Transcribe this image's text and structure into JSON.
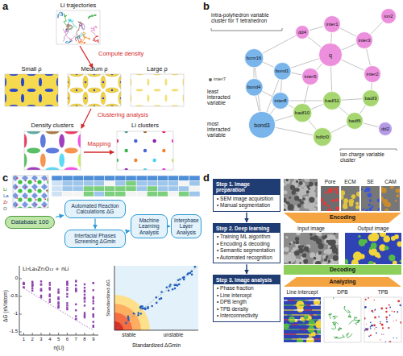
{
  "diagram": {
    "nodes": [
      {
        "text": [
          "bond3"
        ]
      },
      {
        "text": [
          "bond4"
        ]
      },
      {
        "text": [
          "inter8"
        ]
      },
      {
        "text": [
          "bcnr16"
        ]
      },
      {
        "text": [
          "bond1"
        ]
      },
      {
        "text": [
          "q"
        ]
      },
      {
        "text": [
          "inter3"
        ]
      },
      {
        "text": [
          "inter2"
        ]
      },
      {
        "text": [
          "inter1"
        ]
      },
      {
        "text": [
          "dd4"
        ]
      },
      {
        "text": [
          "inter5"
        ]
      },
      {
        "text": [
          "ion2"
        ]
      },
      {
        "text": [
          "badf10"
        ]
      },
      {
        "text": [
          "badf11"
        ]
      },
      {
        "text": [
          "badf6"
        ]
      },
      {
        "text": [
          "bdfcl0"
        ]
      },
      {
        "text": [
          "badf3"
        ]
      },
      {
        "text": [
          "dd2"
        ]
      },
      {
        "text": [
          "Database 100"
        ]
      },
      {
        "text": [
          "Automated Reaction Calculations ΔG"
        ]
      },
      {
        "text": [
          "Interfacial Phases Screening ΔGmin"
        ]
      },
      {
        "text": [
          "Machine Learning Analysis"
        ]
      },
      {
        "text": [
          "Interphase Layer Analysis"
        ]
      },
      {
        "text": [
          "Step 1. Image preparation",
          "• SEM image acquisition",
          "• Manual segmentation"
        ]
      },
      {
        "text": [
          "Step 2. Deep learning",
          "• Training ML algorithm",
          "• Encoding & decoding",
          "• Semantic segmentation",
          "• Automated recognition"
        ]
      },
      {
        "text": [
          "Step 3. Image analysis",
          "• Phase fraction",
          "• Line intercept",
          "• DPB length",
          "• TPB density",
          "• Interconnectivity"
        ]
      }
    ],
    "edges": [
      {
        "from": 0,
        "to": 1,
        "arrow": "none"
      },
      {
        "from": 0,
        "to": 2,
        "arrow": "none"
      },
      {
        "from": 0,
        "to": 3,
        "arrow": "none"
      },
      {
        "from": 0,
        "to": 4,
        "arrow": "none"
      },
      {
        "from": 1,
        "to": 2,
        "arrow": "none"
      },
      {
        "from": 1,
        "to": 3,
        "arrow": "none"
      },
      {
        "from": 2,
        "to": 4,
        "arrow": "none"
      },
      {
        "from": 3,
        "to": 4,
        "arrow": "none"
      },
      {
        "from": 5,
        "to": 6,
        "arrow": "none"
      },
      {
        "from": 5,
        "to": 7,
        "arrow": "none"
      },
      {
        "from": 5,
        "to": 8,
        "arrow": "none"
      },
      {
        "from": 5,
        "to": 9,
        "arrow": "none"
      },
      {
        "from": 5,
        "to": 10,
        "arrow": "none"
      },
      {
        "from": 6,
        "to": 7,
        "arrow": "none"
      },
      {
        "from": 6,
        "to": 8,
        "arrow": "none"
      },
      {
        "from": 6,
        "to": 11,
        "arrow": "none"
      },
      {
        "from": 8,
        "to": 9,
        "arrow": "none"
      },
      {
        "from": 12,
        "to": 13,
        "arrow": "none"
      },
      {
        "from": 12,
        "to": 15,
        "arrow": "none"
      },
      {
        "from": 13,
        "to": 14,
        "arrow": "none"
      },
      {
        "from": 13,
        "to": 16,
        "arrow": "none"
      },
      {
        "from": 14,
        "to": 15,
        "arrow": "none"
      },
      {
        "from": 14,
        "to": 16,
        "arrow": "none"
      },
      {
        "from": 14,
        "to": 17,
        "arrow": "none"
      },
      {
        "from": 0,
        "to": 12,
        "arrow": "none"
      },
      {
        "from": 2,
        "to": 12,
        "arrow": "none"
      },
      {
        "from": 4,
        "to": 10,
        "arrow": "none"
      },
      {
        "from": 4,
        "to": 5,
        "arrow": "none"
      },
      {
        "from": 10,
        "to": 12,
        "arrow": "none"
      },
      {
        "from": 7,
        "to": 16,
        "arrow": "none"
      },
      {
        "from": 5,
        "to": 13,
        "arrow": "none"
      },
      {
        "from": 0,
        "to": 15,
        "arrow": "none"
      },
      {
        "from": 2,
        "to": 13,
        "arrow": "none"
      },
      {
        "from": 3,
        "to": 9,
        "arrow": "none"
      },
      {
        "from": 18,
        "to": 19,
        "arrow": "to"
      },
      {
        "from": 19,
        "to": 20,
        "arrow": "to"
      },
      {
        "from": 20,
        "to": 21,
        "arrow": "to"
      },
      {
        "from": 21,
        "to": 22,
        "arrow": "to"
      },
      {
        "from": 23,
        "to": 24,
        "arrow": "to"
      },
      {
        "from": 24,
        "to": 25,
        "arrow": "to"
      }
    ],
    "labels": [
      "a",
      "Li trajectories",
      "Compute density",
      "Small ρ",
      "Medium ρ",
      "Large ρ",
      "Clustering analysis",
      "Density clusters",
      "Li clusters",
      "Mapping",
      "b",
      "intra-polyhedron variable cluster for T tetrahedron",
      "least interacted variable",
      "inter7",
      "most interacted variable",
      "ion charge variable cluster",
      "c",
      "Li",
      "La",
      "Zr",
      "O",
      "Li₇La₃Zr₂O₁₂ + nLi",
      "ΔG (eV/atom)",
      "n(Li)",
      "0",
      "-0.5",
      "-1",
      "-1.5",
      "1",
      "2",
      "3",
      "4",
      "5",
      "6",
      "7",
      "8",
      "9",
      "stable",
      "unstable",
      "Standardized ΔG",
      "Standardized ΔGmin",
      "d",
      "Pore",
      "ECM",
      "SE",
      "CAM",
      "Encoding",
      "Input image",
      "Output image",
      "Decoding",
      "Analyzing",
      "Line intercept",
      "DPB",
      "TPB"
    ]
  }
}
